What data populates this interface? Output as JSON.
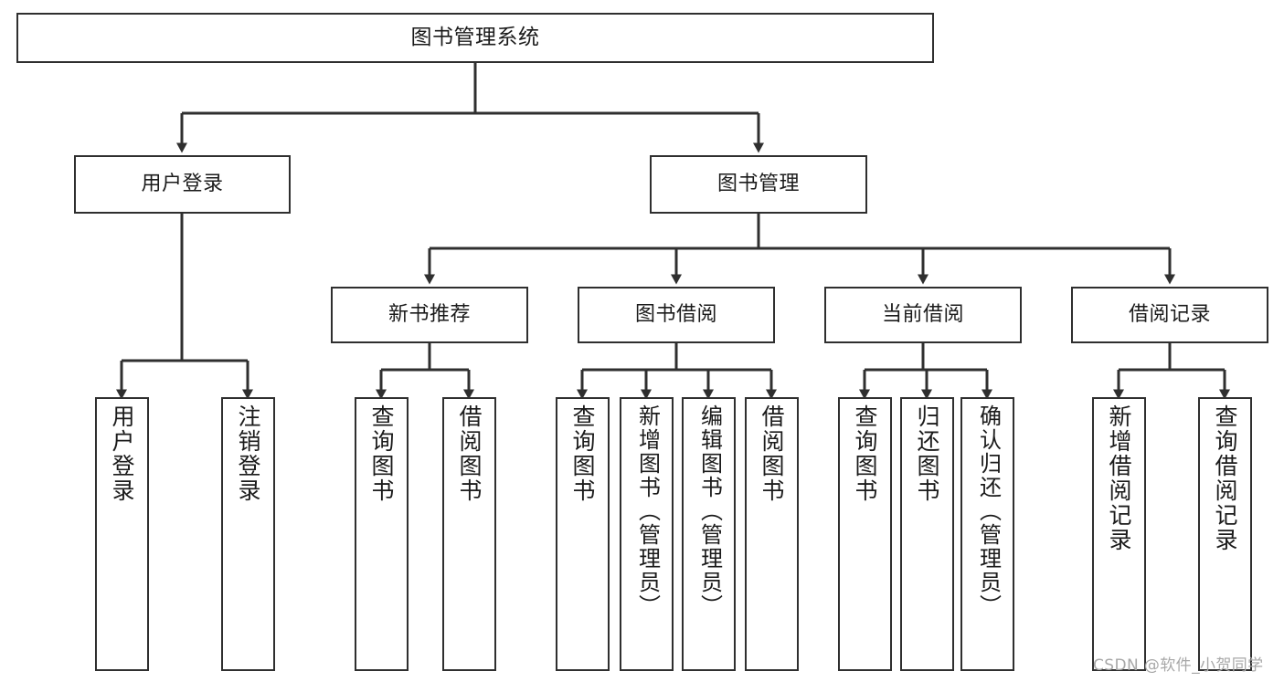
{
  "diagram": {
    "type": "tree-hierarchy-chart",
    "title": "图书管理系统",
    "colors": {
      "box_border": "#2f2f2f",
      "box_fill": "#ffffff",
      "edge": "#2f2f2f",
      "text": "#1b1b1b",
      "watermark": "#a8a8a8",
      "background": "#ffffff"
    },
    "levels": [
      {
        "level": 1,
        "nodes": [
          {
            "id": "root",
            "label": "图书管理系统",
            "orientation": "horizontal"
          }
        ]
      },
      {
        "level": 2,
        "nodes": [
          {
            "id": "user-login",
            "label": "用户登录",
            "orientation": "horizontal",
            "parent": "root"
          },
          {
            "id": "book-manage",
            "label": "图书管理",
            "orientation": "horizontal",
            "parent": "root"
          }
        ]
      },
      {
        "level": 3,
        "nodes": [
          {
            "id": "new-book-recommend",
            "label": "新书推荐",
            "orientation": "horizontal",
            "parent": "book-manage"
          },
          {
            "id": "book-borrow",
            "label": "图书借阅",
            "orientation": "horizontal",
            "parent": "book-manage"
          },
          {
            "id": "current-borrow",
            "label": "当前借阅",
            "orientation": "horizontal",
            "parent": "book-manage"
          },
          {
            "id": "borrow-record",
            "label": "借阅记录",
            "orientation": "horizontal",
            "parent": "book-manage"
          }
        ]
      },
      {
        "level": 4,
        "nodes": [
          {
            "id": "leaf-user-login",
            "label": "用户登录",
            "orientation": "vertical",
            "parent": "user-login"
          },
          {
            "id": "leaf-logout",
            "label": "注销登录",
            "orientation": "vertical",
            "parent": "user-login"
          },
          {
            "id": "leaf-query-book-1",
            "label": "查询图书",
            "orientation": "vertical",
            "parent": "new-book-recommend"
          },
          {
            "id": "leaf-borrow-book-1",
            "label": "借阅图书",
            "orientation": "vertical",
            "parent": "new-book-recommend"
          },
          {
            "id": "leaf-query-book-2",
            "label": "查询图书",
            "orientation": "vertical",
            "parent": "book-borrow"
          },
          {
            "id": "leaf-add-book",
            "label": "新增图书（管理员）",
            "orientation": "vertical",
            "parent": "book-borrow"
          },
          {
            "id": "leaf-edit-book",
            "label": "编辑图书（管理员）",
            "orientation": "vertical",
            "parent": "book-borrow"
          },
          {
            "id": "leaf-borrow-book-2",
            "label": "借阅图书",
            "orientation": "vertical",
            "parent": "book-borrow"
          },
          {
            "id": "leaf-query-book-3",
            "label": "查询图书",
            "orientation": "vertical",
            "parent": "current-borrow"
          },
          {
            "id": "leaf-return-book",
            "label": "归还图书",
            "orientation": "vertical",
            "parent": "current-borrow"
          },
          {
            "id": "leaf-confirm-return",
            "label": "确认归还（管理员）",
            "orientation": "vertical",
            "parent": "current-borrow"
          },
          {
            "id": "leaf-add-record",
            "label": "新增借阅记录",
            "orientation": "vertical",
            "parent": "borrow-record"
          },
          {
            "id": "leaf-query-record",
            "label": "查询借阅记录",
            "orientation": "vertical",
            "parent": "borrow-record"
          }
        ]
      }
    ]
  },
  "watermark": {
    "text": "CSDN @软件_小贺同学"
  }
}
